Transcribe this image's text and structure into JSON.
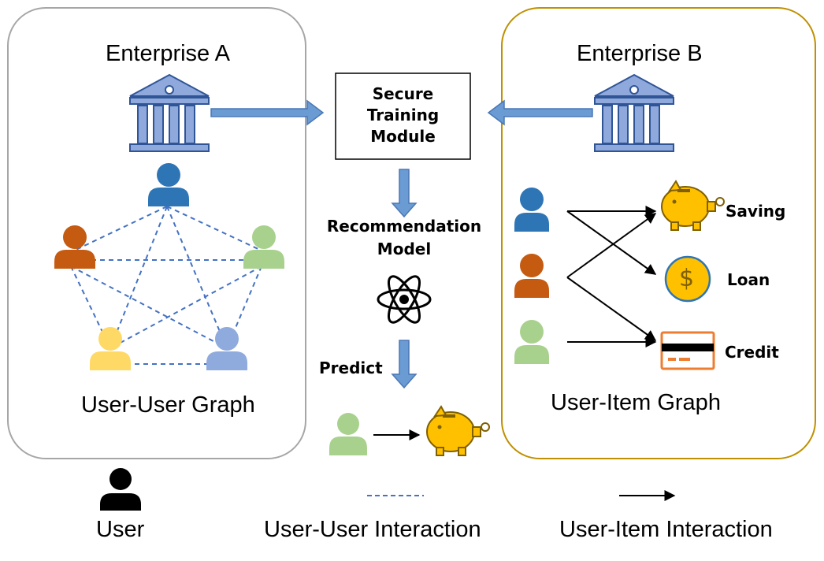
{
  "enterprise_a": {
    "title": "Enterprise A",
    "graph_label": "User-User Graph"
  },
  "enterprise_b": {
    "title": "Enterprise B",
    "graph_label": "User-Item Graph"
  },
  "center": {
    "secure_module": [
      "Secure",
      "Training",
      "Module"
    ],
    "model_label": [
      "Recommendation",
      "Model"
    ],
    "predict_label": "Predict"
  },
  "items": {
    "saving": "Saving",
    "loan": "Loan",
    "credit": "Credit",
    "loan_symbol": "$"
  },
  "legend": {
    "user": "User",
    "user_user": "User-User Interaction",
    "user_item": "User-Item Interaction"
  },
  "colors": {
    "bank": "#8FA9DC",
    "bank_stroke": "#2F5597",
    "arrow_blue": "#6A9BD3",
    "dash": "#4472C4",
    "user_blue": "#2E75B6",
    "user_orange": "#C55A11",
    "user_green": "#A9D18E",
    "user_yellow": "#FFD966",
    "user_periwinkle": "#8FAADC",
    "piggy": "#FFC000",
    "card": "#ED7D31",
    "box_a": "#A6A6A6",
    "box_b": "#BF9000"
  }
}
